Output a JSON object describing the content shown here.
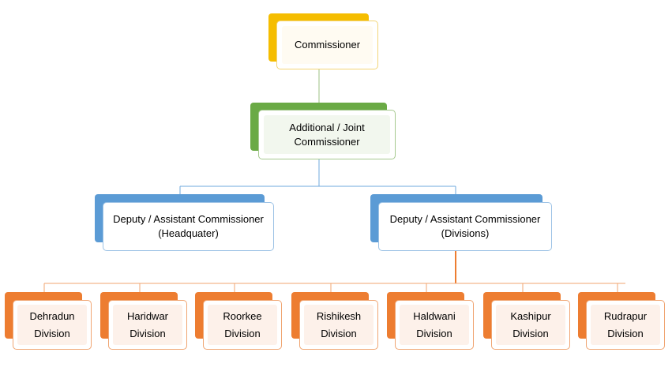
{
  "nodes": {
    "commissioner": {
      "line1": "Commissioner"
    },
    "additional": {
      "line1": "Additional / Joint",
      "line2": "Commissioner"
    },
    "deputy_hq": {
      "line1": "Deputy / Assistant Commissioner",
      "line2": "(Headquater)"
    },
    "deputy_div": {
      "line1": "Deputy / Assistant Commissioner",
      "line2": "(Divisions)"
    }
  },
  "divisions": [
    {
      "line1": "Dehradun",
      "line2": "Division"
    },
    {
      "line1": "Haridwar",
      "line2": "Division"
    },
    {
      "line1": "Roorkee",
      "line2": "Division"
    },
    {
      "line1": "Rishikesh",
      "line2": "Division"
    },
    {
      "line1": "Haldwani",
      "line2": "Division"
    },
    {
      "line1": "Kashipur",
      "line2": "Division"
    },
    {
      "line1": "Rudrapur",
      "line2": "Division"
    }
  ],
  "colors": {
    "commissioner": "#f5bd00",
    "additional": "#6aaa45",
    "deputy": "#5b9bd5",
    "division": "#ed7d31"
  }
}
